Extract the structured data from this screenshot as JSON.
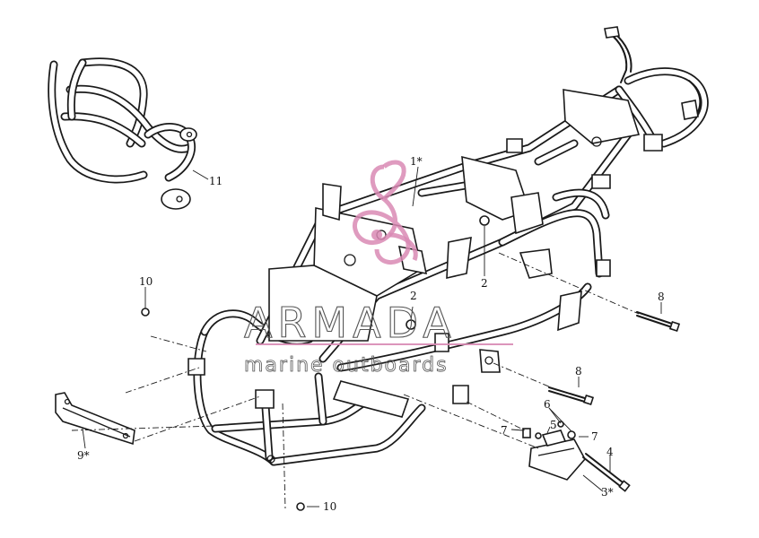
{
  "callouts": {
    "c1": "1*",
    "c2a": "2",
    "c2b": "2",
    "c3": "3*",
    "c4": "4",
    "c5": "5",
    "c6": "6",
    "c7a": "7",
    "c7b": "7",
    "c8a": "8",
    "c8b": "8",
    "c9": "9*",
    "c10a": "10",
    "c10b": "10",
    "c11": "11"
  },
  "watermark": {
    "brand": "ARMADA",
    "tagline": "marine outboards",
    "colors": {
      "logo": "#d98ab4",
      "text": "#555555"
    }
  }
}
